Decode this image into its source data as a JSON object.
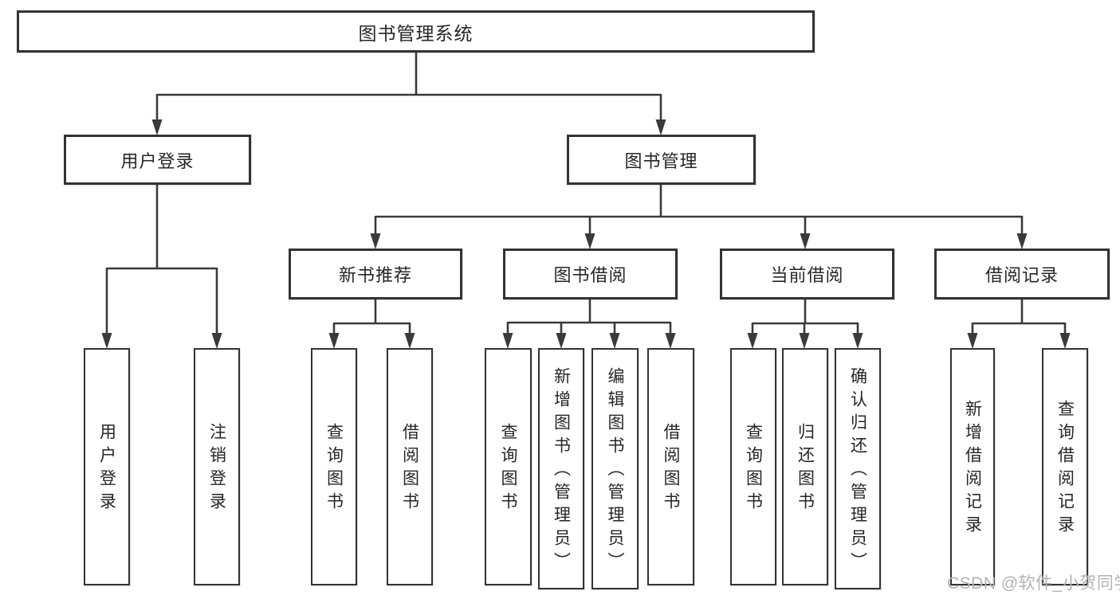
{
  "watermark": "CSDN @软件_小贺同学",
  "colors": {
    "line": "#3a3a3a",
    "box_border": "#333333",
    "text": "#262626",
    "watermark": "#b3b3b3",
    "background": "#ffffff"
  },
  "tree": {
    "label": "图书管理系统",
    "children": [
      {
        "label": "用户登录",
        "children": [
          {
            "label": "用户登录"
          },
          {
            "label": "注销登录"
          }
        ]
      },
      {
        "label": "图书管理",
        "children": [
          {
            "label": "新书推荐",
            "children": [
              {
                "label": "查询图书"
              },
              {
                "label": "借阅图书"
              }
            ]
          },
          {
            "label": "图书借阅",
            "children": [
              {
                "label": "查询图书"
              },
              {
                "label": "新增图书（管理员）"
              },
              {
                "label": "编辑图书（管理员）"
              },
              {
                "label": "借阅图书"
              }
            ]
          },
          {
            "label": "当前借阅",
            "children": [
              {
                "label": "查询图书"
              },
              {
                "label": "归还图书"
              },
              {
                "label": "确认归还（管理员）"
              }
            ]
          },
          {
            "label": "借阅记录",
            "children": [
              {
                "label": "新增借阅记录"
              },
              {
                "label": "查询借阅记录"
              }
            ]
          }
        ]
      }
    ]
  }
}
